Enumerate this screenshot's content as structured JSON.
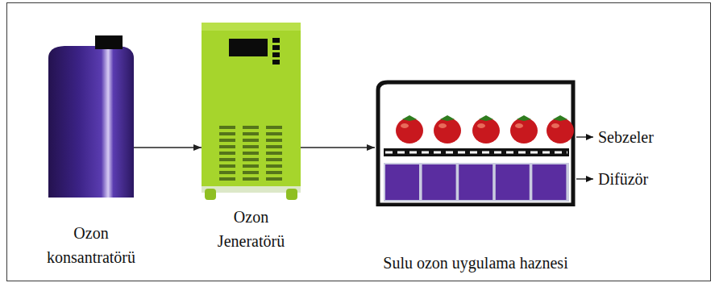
{
  "diagram": {
    "nodes": [
      {
        "text": [
          "Ozon konsantratörü"
        ]
      },
      {
        "text": [
          "Ozon Jeneratörü"
        ]
      },
      {
        "text": [
          "Sulu ozon uygulama haznesi"
        ]
      }
    ],
    "edges": [
      {
        "from": 0,
        "to": 1,
        "arrow": "to"
      },
      {
        "from": 1,
        "to": 2,
        "arrow": "to"
      }
    ],
    "labels": [
      "Sebzeler",
      "Difüzör"
    ]
  }
}
